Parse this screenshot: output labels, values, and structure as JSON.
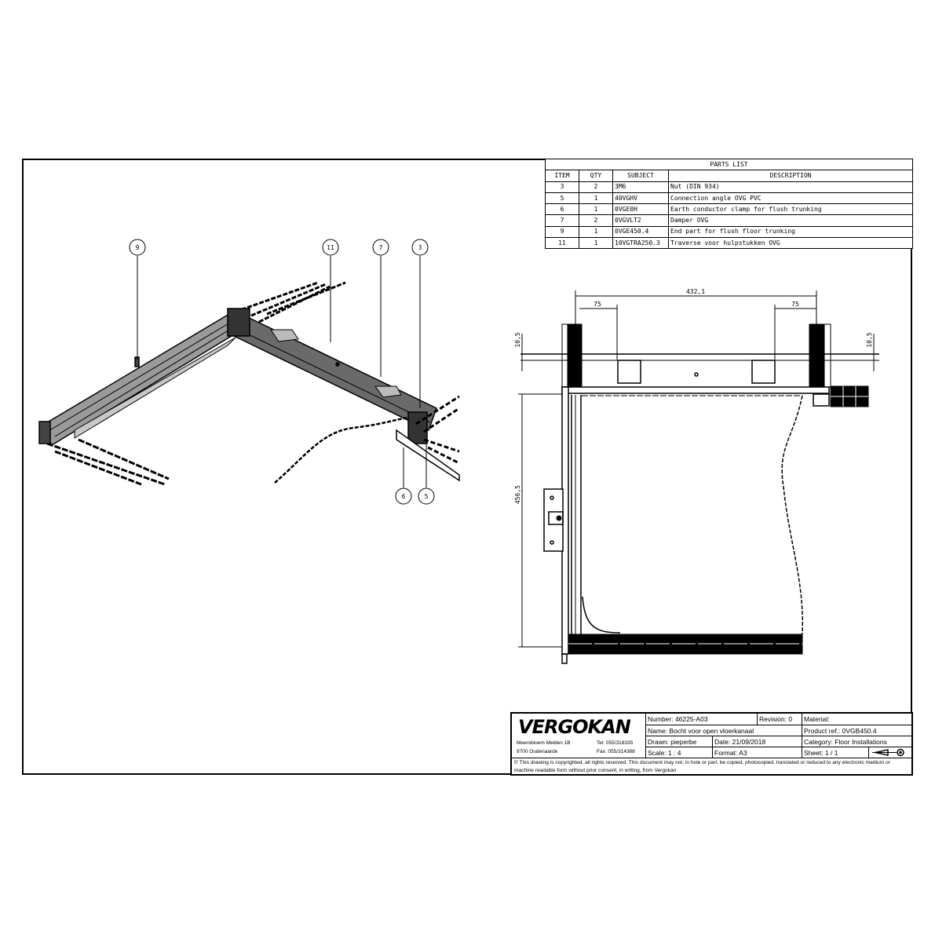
{
  "parts_list": {
    "title": "PARTS LIST",
    "headers": [
      "ITEM",
      "QTY",
      "SUBJECT",
      "DESCRIPTION"
    ],
    "rows": [
      {
        "item": "3",
        "qty": "2",
        "subject": "3M6",
        "description": "Nut (DIN 934)"
      },
      {
        "item": "5",
        "qty": "1",
        "subject": "40VGHV",
        "description": "Connection angle OVG PVC"
      },
      {
        "item": "6",
        "qty": "1",
        "subject": "0VGE0H",
        "description": "Earth conductor clamp for flush trunking"
      },
      {
        "item": "7",
        "qty": "2",
        "subject": "0VGVLT2",
        "description": "Damper OVG"
      },
      {
        "item": "9",
        "qty": "1",
        "subject": "0VGE450.4",
        "description": "End part for flush floor trunking"
      },
      {
        "item": "11",
        "qty": "1",
        "subject": "10VGTRA250.3",
        "description": "Traverse voor hulpstukken OVG"
      }
    ]
  },
  "balloons": [
    "9",
    "11",
    "7",
    "3",
    "6",
    "5"
  ],
  "dimensions": {
    "width": "432,1",
    "offset_left": "75",
    "offset_right": "75",
    "thickness_left": "10,5",
    "thickness_right": "10,5",
    "height": "456,5"
  },
  "title_block": {
    "logo": "VERGOKAN",
    "address_1": "Meersbloem Melden 1B",
    "address_2": "9700 Oudenaarde",
    "tel": "Tel: 055/318335",
    "fax": "Fax: 055/314388",
    "number": "Number: 46225-A03",
    "revision": "Revision: 0",
    "material": "Material:",
    "name": "Name: Bocht voor open vloerkanaal",
    "product_ref": "Product ref.: 0VGB450.4",
    "drawn": "Drawn: pieperbe",
    "date": "Date: 21/09/2018",
    "category": "Category: Floor Installations",
    "scale": "Scale: 1 : 4",
    "format": "Format: A3",
    "sheet": "Sheet: 1 / 1",
    "copyright": "© This drawing is copyrighted, all rights reserved. This document may not, in hole or part, be copied, photocopied, translated or reduced to any electronic medium or machine readable form without prior consent, in writing, from Vergokan"
  }
}
